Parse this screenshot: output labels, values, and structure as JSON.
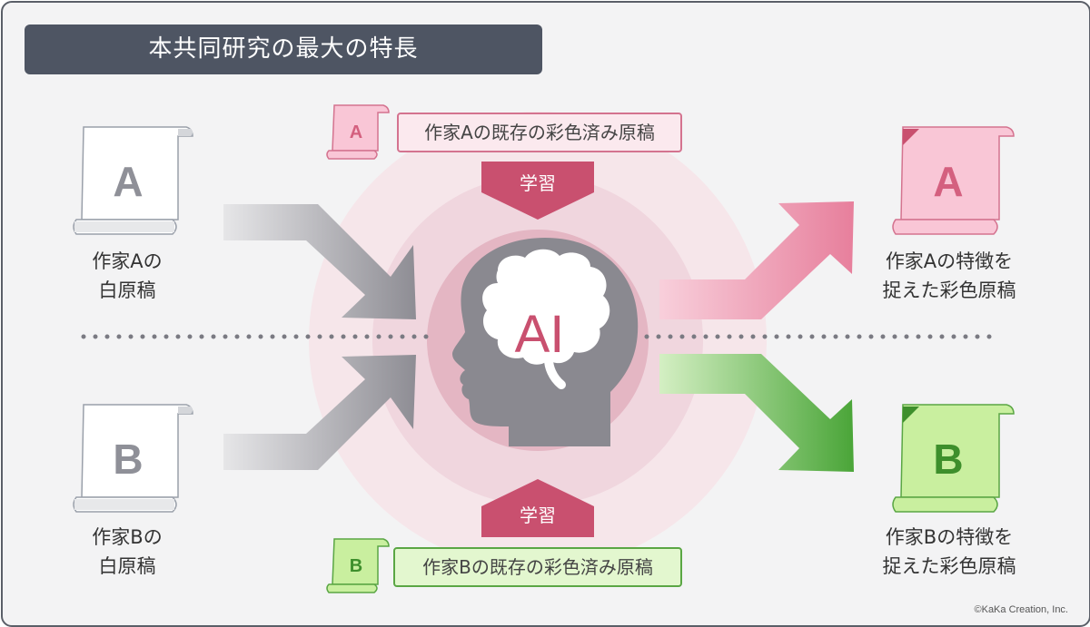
{
  "title": "本共同研究の最大の特長",
  "left": {
    "a_letter": "A",
    "a_label_1": "作家Aの",
    "a_label_2": "白原稿",
    "b_letter": "B",
    "b_label_1": "作家Bの",
    "b_label_2": "白原稿"
  },
  "center": {
    "ai_text": "AI",
    "learn_top": "学習",
    "learn_bottom": "学習",
    "top_doc_letter": "A",
    "top_doc_label": "作家Aの既存の彩色済み原稿",
    "bottom_doc_letter": "B",
    "bottom_doc_label": "作家Bの既存の彩色済み原稿"
  },
  "right": {
    "a_letter": "A",
    "a_label_1": "作家Aの特徴を",
    "a_label_2": "捉えた彩色原稿",
    "b_letter": "B",
    "b_label_1": "作家Bの特徴を",
    "b_label_2": "捉えた彩色原稿"
  },
  "copyright": "©KaKa Creation, Inc.",
  "colors": {
    "pink": "#e9869f",
    "pink_dark": "#c9506f",
    "green": "#5aae45",
    "gray_head": "#8a8990",
    "title_bg": "#4e5563"
  }
}
